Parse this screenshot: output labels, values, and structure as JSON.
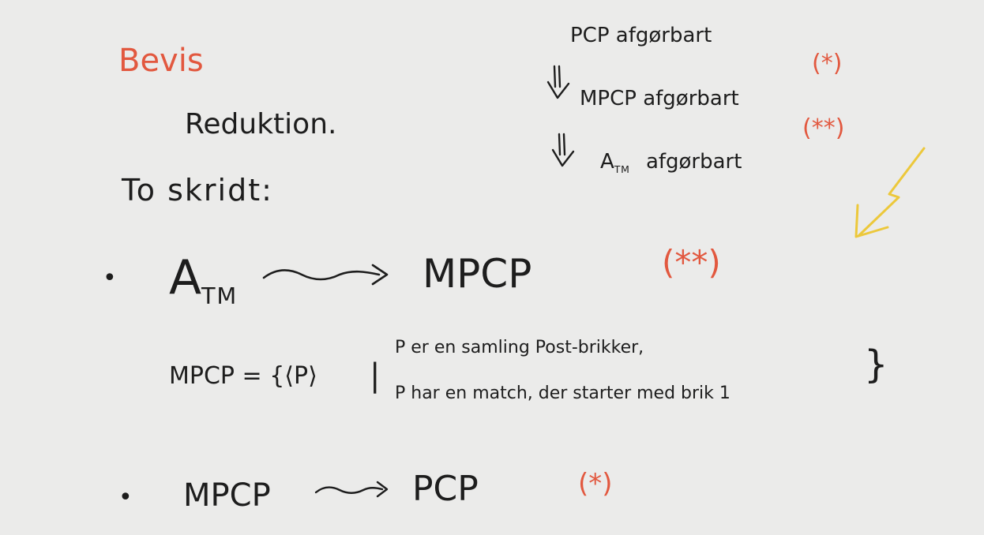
{
  "colors": {
    "ink": "#1d1d1d",
    "accent_red": "#e2583f",
    "accent_yellow": "#ecc83b",
    "background": "#ebebea"
  },
  "heading": "Bevis",
  "subheading": "Reduktion.",
  "steps_label": "To skridt:",
  "chain": {
    "line1": "PCP afgørbart",
    "line2": "MPCP afgørbart",
    "line3_main": "A",
    "line3_sub": "TM",
    "line3_rest": "afgørbart",
    "mark1": "(*)",
    "mark2": "(**)"
  },
  "bullet1": {
    "bullet": "•",
    "from_main": "A",
    "from_sub": "TM",
    "to": "MPCP",
    "mark": "(**)"
  },
  "definition": {
    "lhs": "MPCP = {⟨P⟩",
    "bar": "|",
    "line1": "P er en samling Post-brikker,",
    "line2": "P har en match, der starter med brik 1",
    "close": "}"
  },
  "bullet2": {
    "bullet": "•",
    "from": "MPCP",
    "to": "PCP",
    "mark": "(*)"
  }
}
